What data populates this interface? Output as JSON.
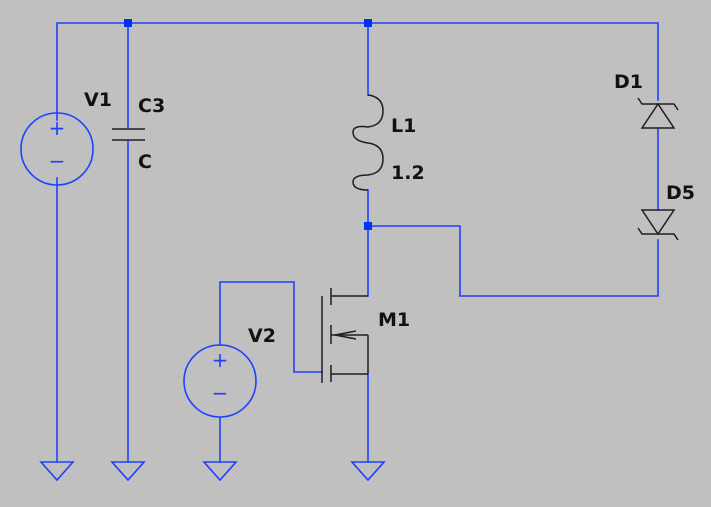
{
  "background": "#c0c0c0",
  "wire_color": "#2040ff",
  "component_color": "#1f1f1f",
  "junction_color": "#0033ff",
  "components": {
    "v1": {
      "name": "V1"
    },
    "c3": {
      "name": "C3",
      "value": "C"
    },
    "l1": {
      "name": "L1",
      "value": "1.2"
    },
    "d1": {
      "name": "D1"
    },
    "d5": {
      "name": "D5"
    },
    "v2": {
      "name": "V2"
    },
    "m1": {
      "name": "M1"
    }
  },
  "source_signs": {
    "plus": "+",
    "minus": "−"
  }
}
